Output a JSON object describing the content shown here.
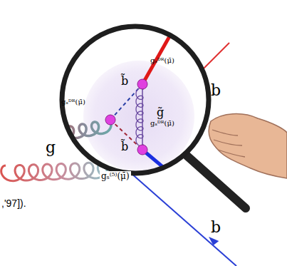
{
  "diagram": {
    "labels": [
      "g",
      "b",
      "b",
      "gₛ⁽⁵⁾(μ̄)",
      "b̃",
      "b̃",
      "g̃",
      "gₛᴰᴿ(μ̄)",
      "gₛᴰᴿ(μ̄)",
      "gₛᴰᴿ(μ̄)",
      ",'97])."
    ]
  }
}
